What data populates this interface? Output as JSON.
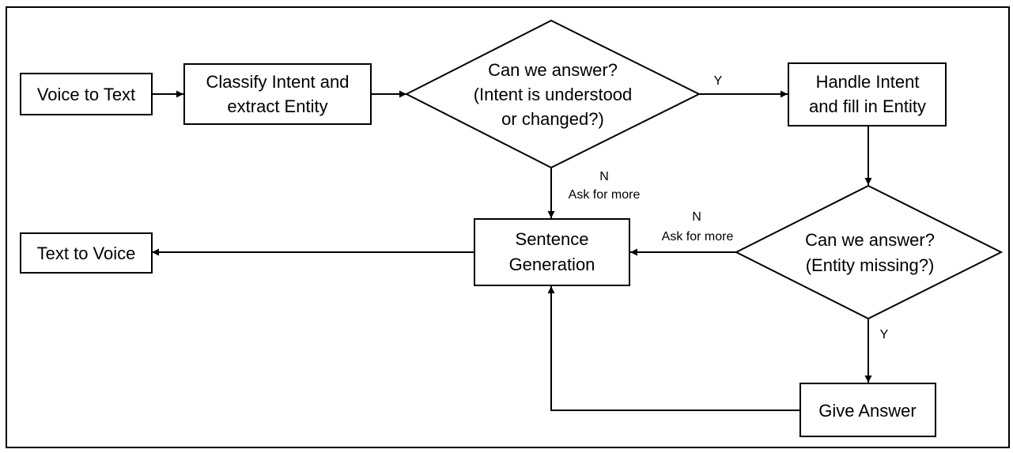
{
  "diagram": {
    "nodes": {
      "voice_to_text": "Voice to Text",
      "classify_line1": "Classify Intent and",
      "classify_line2": "extract Entity",
      "decision1_line1": "Can we answer?",
      "decision1_line2": "(Intent is understood",
      "decision1_line3": "or changed?)",
      "handle_line1": "Handle Intent",
      "handle_line2": "and fill in Entity",
      "sentence_line1": "Sentence",
      "sentence_line2": "Generation",
      "text_to_voice": "Text to Voice",
      "decision2_line1": "Can we answer?",
      "decision2_line2": "(Entity missing?)",
      "give_answer": "Give Answer"
    },
    "edges": {
      "d1_yes": "Y",
      "d1_no": "N",
      "d1_no_action": "Ask for more",
      "d2_no": "N",
      "d2_no_action": "Ask for more",
      "d2_yes": "Y"
    }
  }
}
